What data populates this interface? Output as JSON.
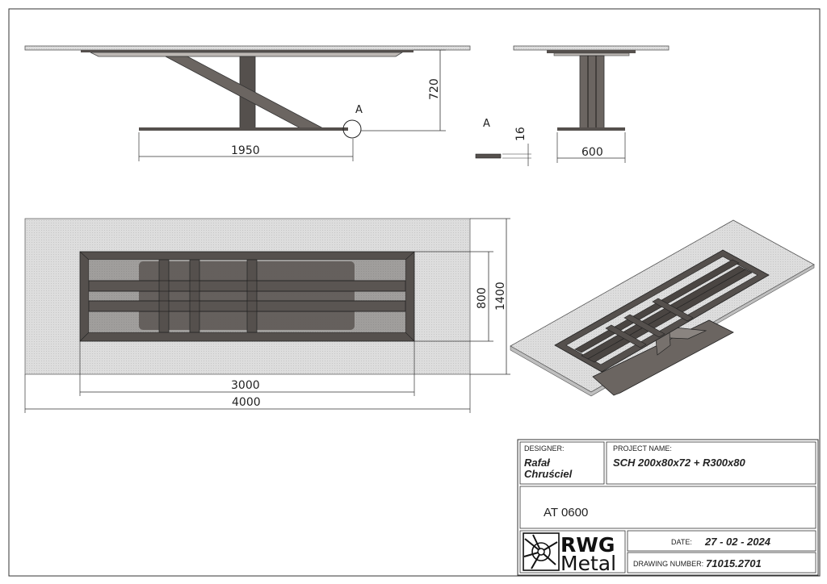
{
  "views": {
    "front_dims": {
      "length": "1950",
      "height": "720"
    },
    "side_dims": {
      "width": "600"
    },
    "detail": {
      "marker": "A",
      "label": "A",
      "thickness": "16"
    },
    "top_dims": {
      "total_length": "4000",
      "frame_length": "3000",
      "total_width": "1400",
      "frame_width": "800"
    }
  },
  "title_block": {
    "designer_label": "DESIGNER:",
    "designer_first": "Rafał",
    "designer_last": "Chruściel",
    "project_label": "PROJECT NAME:",
    "project_name": "SCH 200x80x72 + R300x80",
    "code": "AT 0600",
    "logo_top": "RWG",
    "logo_bottom": "Metal",
    "date_label": "DATE:",
    "date_value": "27 - 02 - 2024",
    "drawing_label": "DRAWING NUMBER:",
    "drawing_value": "71015.2701"
  },
  "colors": {
    "steel": "#55504d",
    "glass": "#d9d9d9",
    "line": "#222222"
  }
}
